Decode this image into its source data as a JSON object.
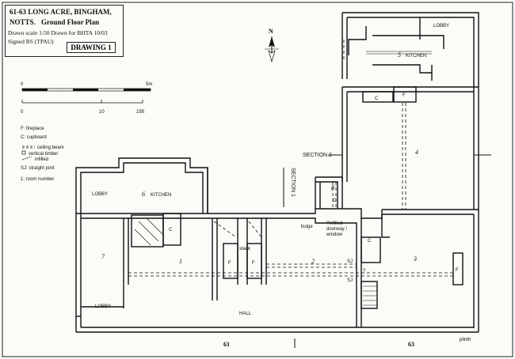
{
  "title": {
    "line1": "61-63 LONG ACRE, BINGHAM,",
    "line2a": "NOTTS.",
    "line2b": "Ground Floor Plan",
    "line3": "Drawn scale 1:50  Drawn for BHTA 10/03",
    "line4": "Signed RS (TPAU)",
    "drawing_label": "DRAWING 1"
  },
  "north": "N",
  "scale": {
    "metric": [
      "0",
      "5m"
    ],
    "imperial": [
      "0",
      "10",
      "15ft"
    ]
  },
  "key": [
    "F: fireplace",
    "C: cupboard",
    "ceiling beam",
    "vertical timber",
    "infilled",
    "SJ: straight joint",
    "1: room number"
  ],
  "sections": {
    "section1": "SECTION 1",
    "section2": "SECTION 2"
  },
  "rooms": {
    "r1": "1",
    "r2": "2",
    "r3": "3",
    "r4": "4",
    "r5": "5",
    "r5_name": "KITCHEN",
    "r6": "6",
    "r6_name": "KITCHEN",
    "r7": "7",
    "r8": "8"
  },
  "labels": {
    "lobby_top_right": "LOBBY",
    "lobby_left_upper": "LOBBY",
    "lobby_left_lower": "LOBBY",
    "hall": "HALL",
    "stack": "stack",
    "bulge": "bulge",
    "infilled_doorway_1": "?infilled",
    "infilled_doorway_2": "doorway /",
    "infilled_doorway_3": "window",
    "sj_1": "SJ",
    "sj_2": "SJ",
    "question": "?",
    "plinth": "plinth",
    "house_61": "61",
    "house_63": "63",
    "c_r6": "C",
    "c_r8": "C",
    "c_r4": "C",
    "c_r3": "C",
    "f_r4": "F",
    "f_r1a": "F",
    "f_r1b": "F",
    "f_r3": "F"
  }
}
